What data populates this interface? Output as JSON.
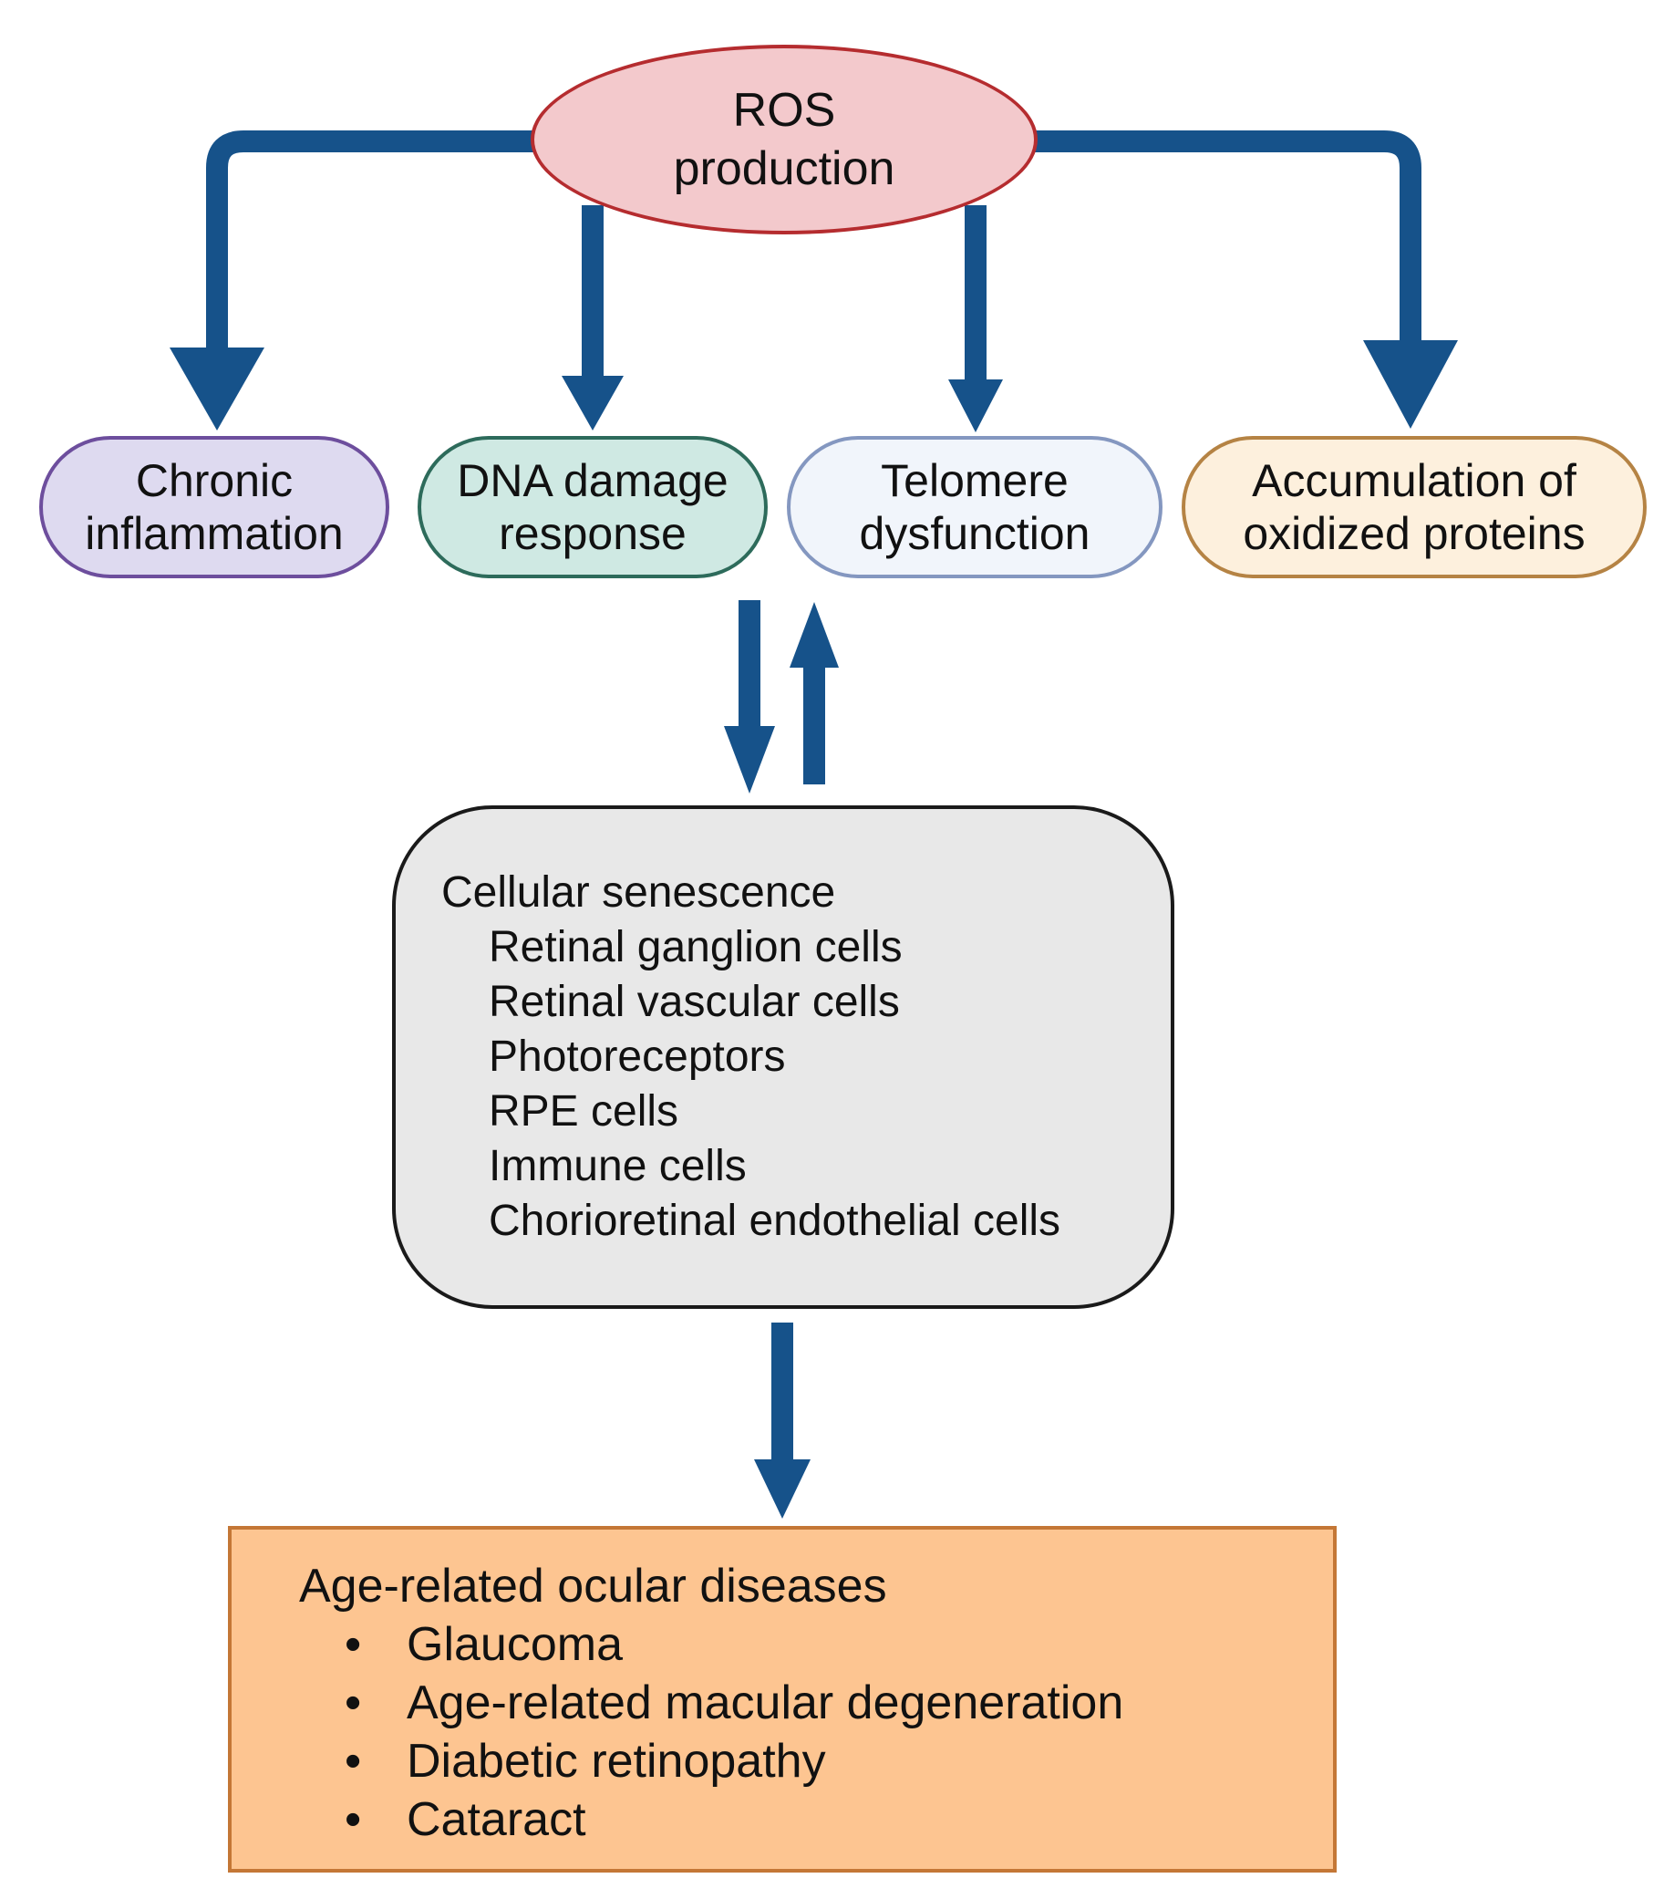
{
  "ros": {
    "line1": "ROS",
    "line2": "production"
  },
  "effects": [
    {
      "line1": "Chronic",
      "line2": "inflammation"
    },
    {
      "line1": "DNA damage",
      "line2": "response"
    },
    {
      "line1": "Telomere",
      "line2": "dysfunction"
    },
    {
      "line1": "Accumulation of",
      "line2": "oxidized proteins"
    }
  ],
  "senescence": {
    "title": "Cellular senescence",
    "cells": [
      "Retinal ganglion cells",
      "Retinal vascular cells",
      "Photoreceptors",
      "RPE cells",
      "Immune cells",
      "Chorioretinal endothelial cells"
    ]
  },
  "diseases": {
    "title": "Age-related ocular diseases",
    "items": [
      "Glaucoma",
      "Age-related macular degeneration",
      "Diabetic retinopathy",
      "Cataract"
    ]
  },
  "colors": {
    "arrow": "#16528a",
    "ros_fill": "#f3c9cc",
    "ros_border": "#b52c2f",
    "inflammation_fill": "#dedaf0",
    "inflammation_border": "#6d4e9d",
    "dna_fill": "#cfe9e3",
    "dna_border": "#2d6b5b",
    "telomere_fill": "#f1f5fb",
    "telomere_border": "#8497c0",
    "oxidized_fill": "#fdf0dd",
    "oxidized_border": "#b58344",
    "senescence_fill": "#e8e8e8",
    "diseases_fill": "#fdc591",
    "diseases_border": "#c47736"
  }
}
